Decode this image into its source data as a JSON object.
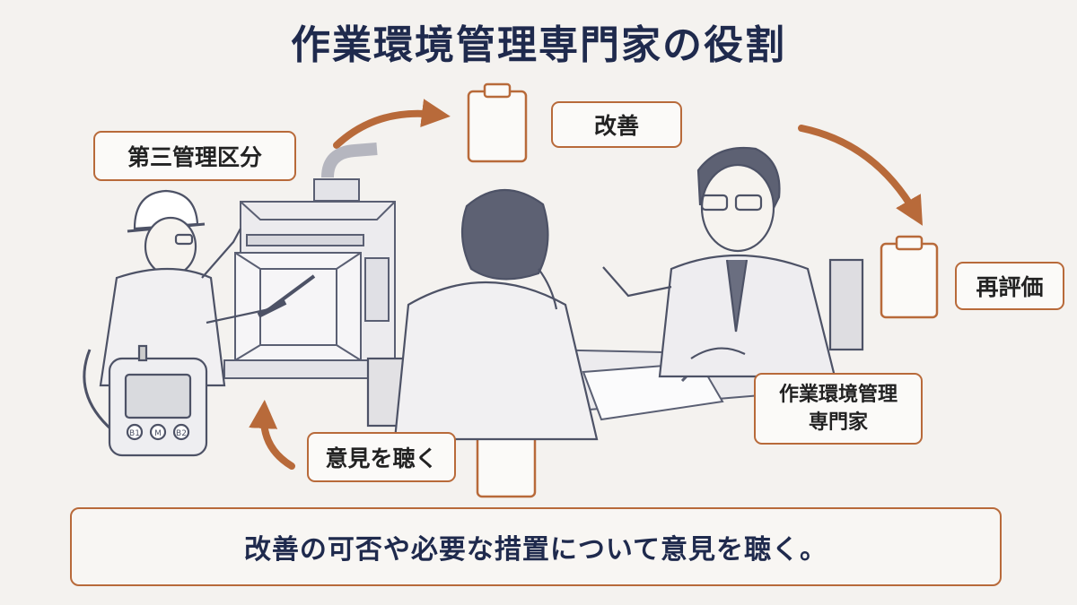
{
  "title": "作業環境管理専門家の役割",
  "labels": {
    "third_class": "第三管理区分",
    "improvement": "改善",
    "reevaluation": "再評価",
    "listen": "意見を聴く",
    "expert_line1": "作業環境管理",
    "expert_line2": "専門家"
  },
  "caption": "改善の可否や必要な措置について意見を聴く。",
  "device_buttons": {
    "left": "B1",
    "center": "M",
    "right": "B2"
  },
  "colors": {
    "accent": "#b86a3a",
    "title": "#1f2a4d",
    "sketch": "#5a5f73"
  }
}
